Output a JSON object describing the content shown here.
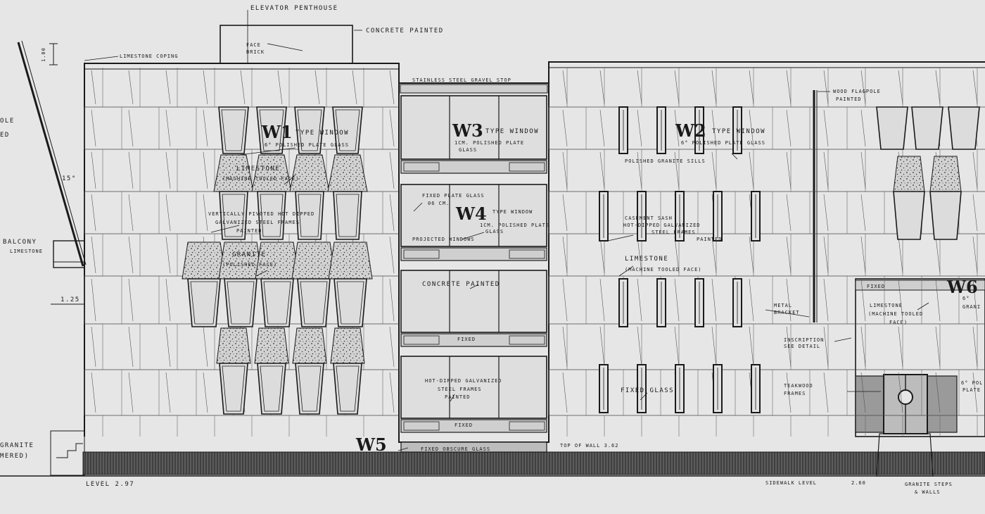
{
  "drawing": {
    "colors": {
      "paper": "#e6e6e6",
      "ink": "#1a1a1a"
    },
    "labels": {
      "elevator_penthouse": "ELEVATOR PENTHOUSE",
      "concrete_painted_top": "CONCRETE PAINTED",
      "face_brick_1": "FACE",
      "face_brick_2": "BRICK",
      "limestone_coping": "LIMESTONE COPING",
      "dim_100": "1.00",
      "stainless_gravel_stop": "STAINLESS STEEL GRAVEL STOP",
      "flagpole_left_1": "OLE",
      "flagpole_left_2": "ED",
      "angle_15": "15°",
      "balcony": "BALCONY",
      "balcony_limestone": "LIMESTONE",
      "dim_125": "1.25",
      "granite_left_1": "GRANITE",
      "granite_left_2": "MERED)",
      "level_297": "LEVEL 2.97",
      "w1_tag": "W1",
      "w1_type": "TYPE WINDOW",
      "w1_glass": "6° POLISHED PLATE GLASS",
      "w1_limestone": "LIMESTONE",
      "w1_machine": "(MACHINE TOOLED FACE)",
      "w1_frames_1": "VERTICALLY PIVOTED HOT DIPPED",
      "w1_frames_2": "GALVANIZED STEEL FRAMES",
      "w1_frames_3": "PAINTED",
      "w1_granite": "GRANITE",
      "w1_polished": "(POLISHED FACE)",
      "w3_tag": "W3",
      "w3_type": "TYPE WINDOW",
      "w3_glass_1": "1CM. POLISHED PLATE",
      "w3_glass_2": "GLASS",
      "fixed_plate_1": "FIXED PLATE GLASS",
      "fixed_plate_2": "06 CM.",
      "w4_tag": "W4",
      "w4_type": "TYPE WINDOW",
      "w4_glass_1": "1CM. POLISHED PLATE",
      "w4_glass_2": "GLASS",
      "projected_windows": "PROJECTED WINDOWS",
      "concrete_painted_mid": "CONCRETE PAINTED",
      "fixed_1": "FIXED",
      "hot_dipped_1": "HOT-DIPPED GALVANIZED",
      "hot_dipped_2": "STEEL FRAMES",
      "hot_dipped_3": "PAINTED",
      "fixed_2": "FIXED",
      "w5_tag": "W5",
      "fixed_obscure": "FIXED OBSCURE GLASS",
      "top_of_wall": "TOP OF WALL 3.62",
      "w2_tag": "W2",
      "w2_type": "TYPE WINDOW",
      "w2_glass": "6° POLISHED PLATE GLASS",
      "polished_granite_sills": "POLISHED GRANITE SILLS",
      "flagpole_1": "WOOD FLAGPOLE",
      "flagpole_2": "PAINTED",
      "casement_1": "CASEMENT SASH",
      "casement_2": "HOT-DIPPED GALVANIZED",
      "casement_3": "STEEL FRAMES",
      "casement_4": "PAINTED",
      "limestone_right": "LIMESTONE",
      "machine_right": "(MACHINE TOOLED FACE)",
      "fixed_glass_right": "FIXED GLASS",
      "metal_bracket_1": "METAL",
      "metal_bracket_2": "BRACKET",
      "inscription_1": "INSCRIPTION",
      "inscription_2": "SEE DETAIL",
      "teakwood_1": "TEAKWOOD",
      "teakwood_2": "FRAMES",
      "fixed_w6": "FIXED",
      "w6_tag": "W6",
      "w6_limestone_1": "LIMESTONE",
      "w6_limestone_2": "(MACHINE TOOLED",
      "w6_limestone_3": "FACE)",
      "w6_side_1": "6°",
      "w6_side_2": "GRANI",
      "door_side_1": "6° POL",
      "door_side_2": "PLATE",
      "sidewalk_level": "SIDEWALK LEVEL",
      "sidewalk_value": "2.60",
      "granite_steps_1": "GRANITE STEPS",
      "granite_steps_2": "& WALLS"
    }
  }
}
